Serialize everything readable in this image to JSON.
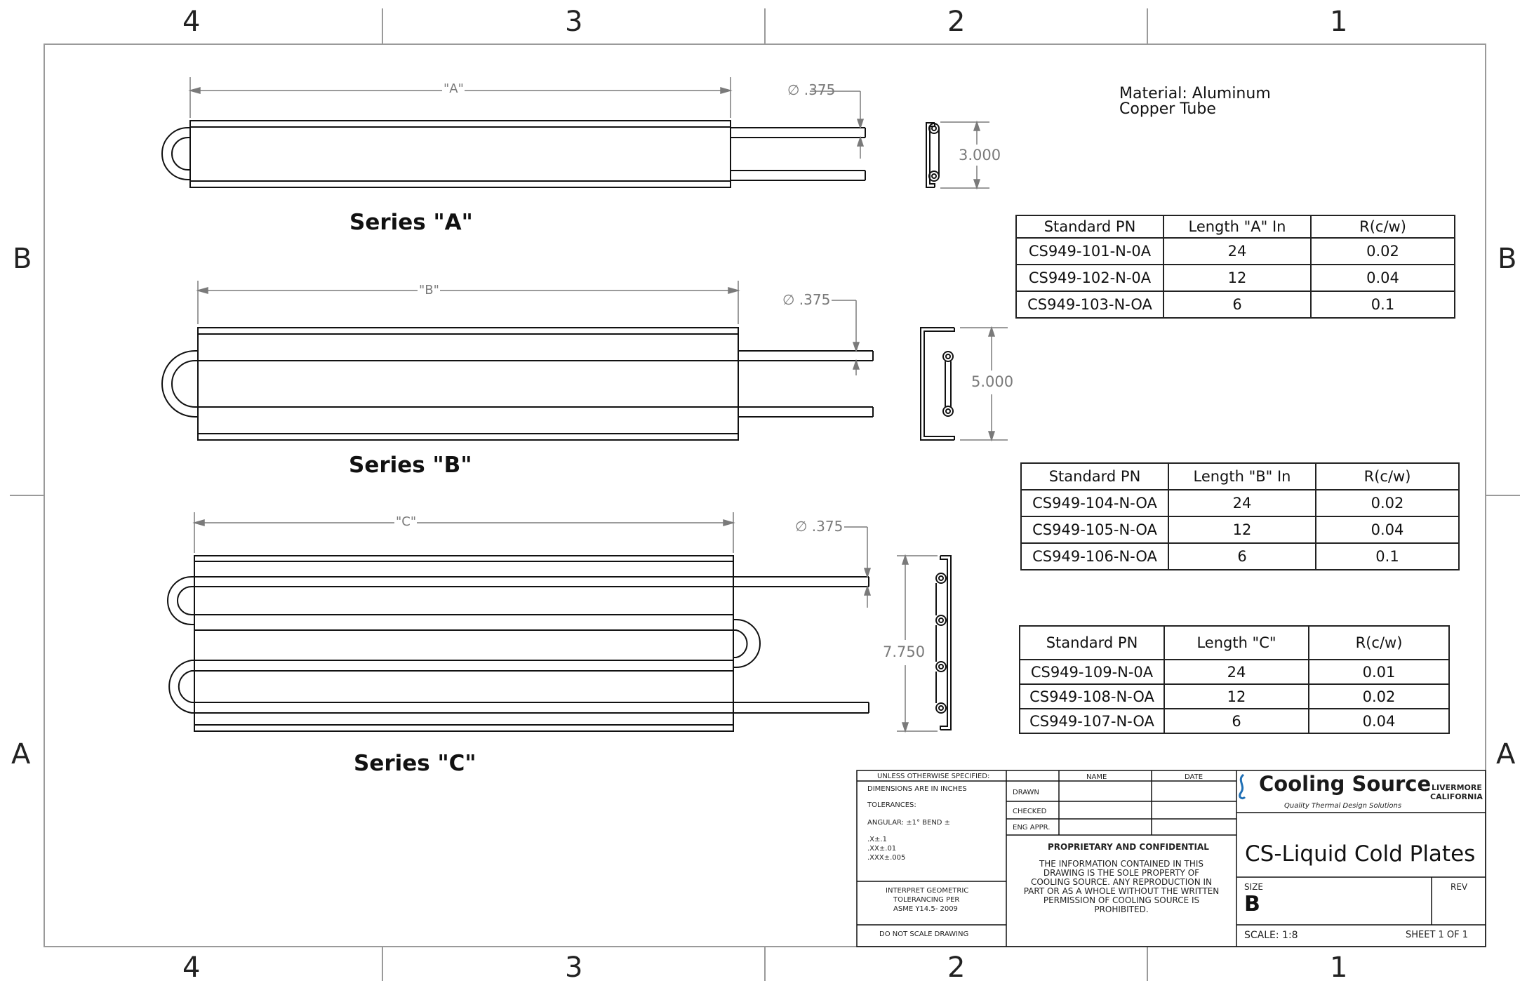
{
  "zones": {
    "columns": [
      "4",
      "3",
      "2",
      "1"
    ],
    "rows": [
      "B",
      "A"
    ]
  },
  "material": {
    "line1": "Material: Aluminum",
    "line2": "Copper  Tube"
  },
  "series": [
    {
      "label": "Series \"A\"",
      "length_dim": "\"A\"",
      "tube_dia": "∅ .375",
      "height_dim": "3.000",
      "table": {
        "headers": [
          "Standard PN",
          "Length \"A\" In",
          "R(c/w)"
        ],
        "rows": [
          [
            "CS949-101-N-0A",
            "24",
            "0.02"
          ],
          [
            "CS949-102-N-0A",
            "12",
            "0.04"
          ],
          [
            "CS949-103-N-OA",
            "6",
            "0.1"
          ]
        ]
      }
    },
    {
      "label": "Series \"B\"",
      "length_dim": "\"B\"",
      "tube_dia": "∅ .375",
      "height_dim": "5.000",
      "table": {
        "headers": [
          "Standard PN",
          "Length \"B\" In",
          "R(c/w)"
        ],
        "rows": [
          [
            "CS949-104-N-OA",
            "24",
            "0.02"
          ],
          [
            "CS949-105-N-OA",
            "12",
            "0.04"
          ],
          [
            "CS949-106-N-OA",
            "6",
            "0.1"
          ]
        ]
      }
    },
    {
      "label": "Series \"C\"",
      "length_dim": "\"C\"",
      "tube_dia": "∅ .375",
      "height_dim": "7.750",
      "table": {
        "headers": [
          "Standard PN",
          "Length \"C\"",
          "R(c/w)"
        ],
        "rows": [
          [
            "CS949-109-N-0A",
            "24",
            "0.01"
          ],
          [
            "CS949-108-N-OA",
            "12",
            "0.02"
          ],
          [
            "CS949-107-N-OA",
            "6",
            "0.04"
          ]
        ]
      }
    }
  ],
  "title_block": {
    "unless": "UNLESS OTHERWISE SPECIFIED:",
    "dimensions": "DIMENSIONS ARE IN INCHES",
    "tolerances": "TOLERANCES:",
    "angular": "ANGULAR: ±1°    BEND ±",
    "tol_x": ".X±.1",
    "tol_xx": ".XX±.01",
    "tol_xxx": ".XXX±.005",
    "interpret_1": "INTERPRET GEOMETRIC",
    "interpret_2": "TOLERANCING PER",
    "interpret_3": "ASME Y14.5- 2009",
    "no_scale": "DO NOT SCALE DRAWING",
    "col_name": "NAME",
    "col_date": "DATE",
    "drawn": "DRAWN",
    "checked": "CHECKED",
    "eng_appr": "ENG APPR.",
    "proprietary": "PROPRIETARY AND CONFIDENTIAL",
    "notice_lines": [
      "THE INFORMATION CONTAINED IN THIS",
      "DRAWING IS THE SOLE PROPERTY OF",
      "COOLING SOURCE. ANY REPRODUCTION IN",
      "PART OR AS A WHOLE WITHOUT THE WRITTEN",
      "PERMISSION OF COOLING SOURCE IS",
      "PROHIBITED."
    ],
    "logo_text": "Cooling Source",
    "logo_tagline": "Quality Thermal Design Solutions",
    "location_1": "LIVERMORE",
    "location_2": "CALIFORNIA",
    "title": "CS-Liquid Cold Plates",
    "size_label": "SIZE",
    "size_value": "B",
    "rev_label": "REV",
    "scale": "SCALE: 1:8",
    "sheet": "SHEET 1 OF 1"
  },
  "colors": {
    "line": "#111111",
    "dim": "#7a7a7a",
    "frame": "#9a9a9a",
    "logo_blue": "#1f6fb5"
  }
}
